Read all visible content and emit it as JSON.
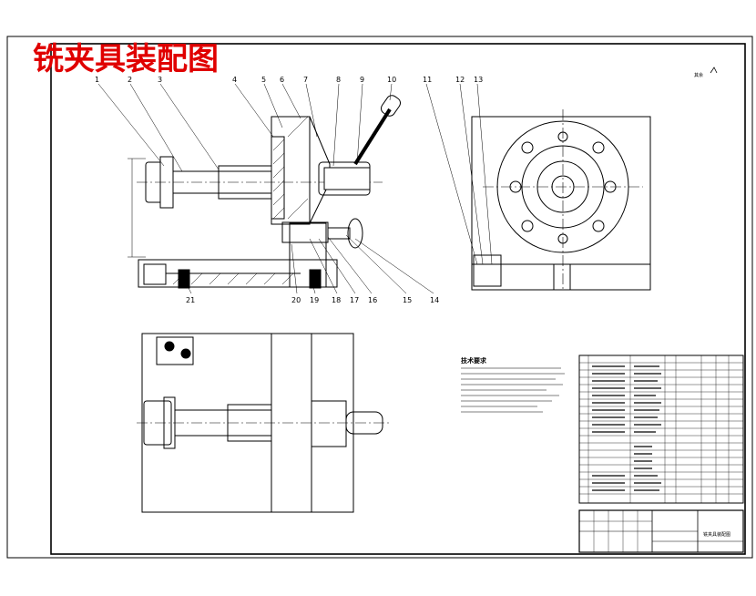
{
  "title": "铣夹具装配图",
  "corner_mark": "其余",
  "callouts": [
    "1",
    "2",
    "3",
    "4",
    "5",
    "6",
    "7",
    "8",
    "9",
    "10",
    "11",
    "12",
    "13",
    "14",
    "15",
    "16",
    "17",
    "18",
    "19",
    "20",
    "21"
  ],
  "title_block": {
    "drawing_name": "铣夹具装配图"
  },
  "notes": {
    "heading": "技术要求"
  },
  "colors": {
    "title": "#e00000",
    "line": "#000000",
    "background": "#ffffff"
  }
}
